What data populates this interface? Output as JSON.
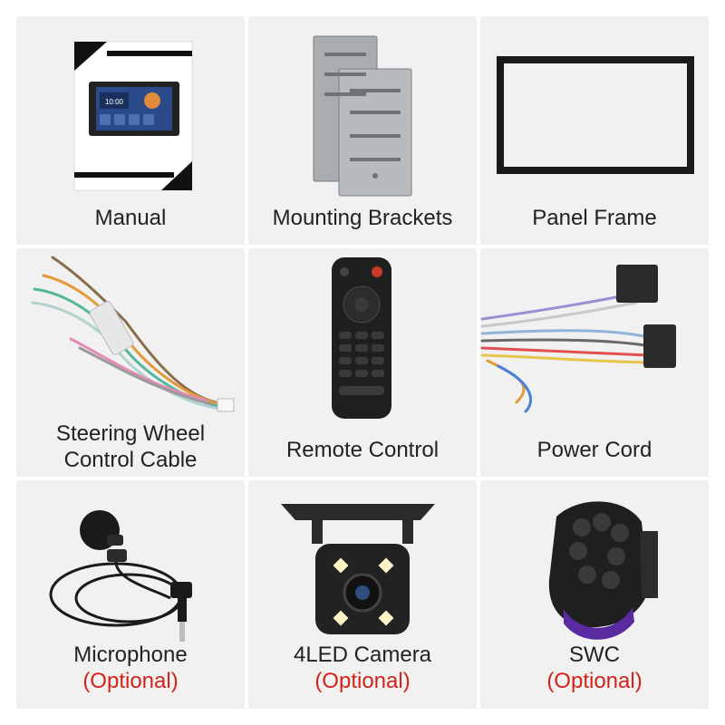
{
  "items": [
    {
      "name": "Manual",
      "optional": ""
    },
    {
      "name": "Mounting Brackets",
      "optional": ""
    },
    {
      "name": "Panel Frame",
      "optional": ""
    },
    {
      "name": "Steering Wheel Control Cable",
      "name_line1": "Steering Wheel",
      "name_line2": "Control Cable",
      "optional": ""
    },
    {
      "name": "Remote Control",
      "optional": ""
    },
    {
      "name": "Power Cord",
      "optional": ""
    },
    {
      "name": "Microphone",
      "optional": "(Optional)"
    },
    {
      "name": "4LED Camera",
      "optional": "(Optional)"
    },
    {
      "name": "SWC",
      "optional": "(Optional)"
    }
  ],
  "manual_screen": {
    "time": "10:00"
  },
  "colors": {
    "background": "#f1f1f1",
    "optional_text": "#d2231a",
    "label_text": "#222222"
  }
}
